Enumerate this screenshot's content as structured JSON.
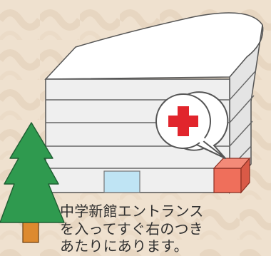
{
  "caption": {
    "line1": "中学新館エントランス",
    "line2": "を入ってすぐ右のつき",
    "line3": "あたりにあります。"
  },
  "colors": {
    "background": "#efe1cf",
    "pattern": "#e4d1bb",
    "building_face": "#ececec",
    "building_side": "#dcdcdc",
    "window": "#bfe4f4",
    "location_box": "#ef6f5b",
    "red_cross": "#e1252c",
    "tree": "#2f9a4f",
    "trunk": "#dd8a2f"
  },
  "icons": [
    "red-cross-icon",
    "tree-icon",
    "location-box-icon"
  ]
}
